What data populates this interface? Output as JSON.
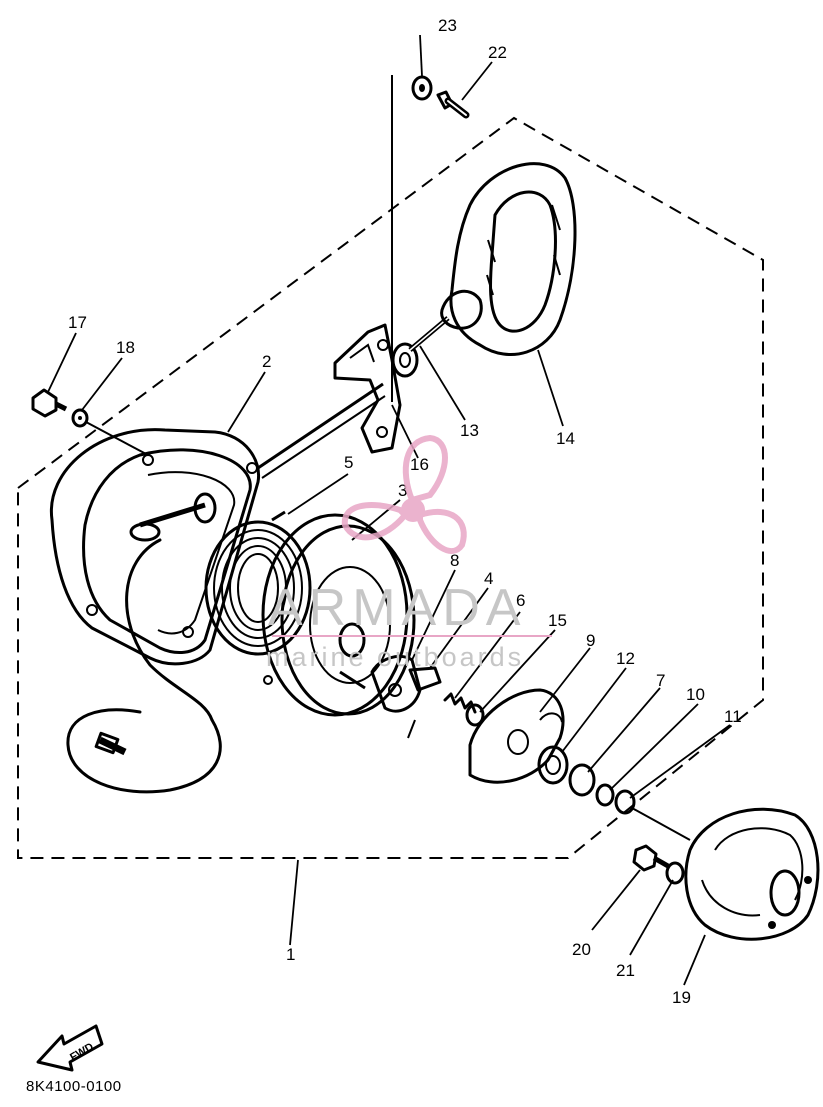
{
  "diagram": {
    "document_code": "8K4100-0100",
    "fwd_label": "FWD",
    "callouts": [
      "1",
      "2",
      "3",
      "4",
      "5",
      "6",
      "7",
      "8",
      "9",
      "10",
      "11",
      "12",
      "13",
      "14",
      "15",
      "16",
      "17",
      "18",
      "19",
      "20",
      "21",
      "22",
      "23"
    ]
  },
  "watermark": {
    "brand": "ARMADA",
    "tagline": "marine outboards",
    "logo_color": "#e8a6c6"
  }
}
